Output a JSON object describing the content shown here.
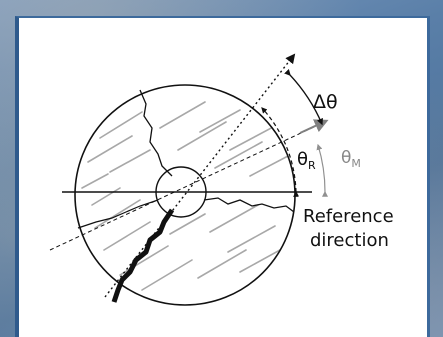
{
  "diagram": {
    "labels": {
      "delta_theta": "Δθ",
      "theta_r": "θ",
      "theta_r_sub": "R",
      "theta_m": "θ",
      "theta_m_sub": "M",
      "reference_line1": "Reference",
      "reference_line2": "direction"
    },
    "colors": {
      "ink": "#111111",
      "grain": "#a8a8a8",
      "measured_arrow": "#808080",
      "frame": "#2f5a8c"
    }
  }
}
